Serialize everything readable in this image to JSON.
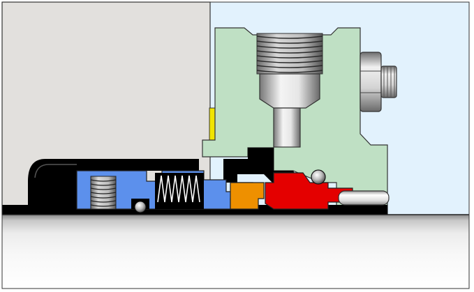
{
  "diagram": {
    "description_visible_text": "",
    "colors": {
      "housing": "#e2e0dd",
      "background_right": "#e2f2fd",
      "gland": "#bfe0c4",
      "sleeve": "#5c90ec",
      "stationary_face": "#e40000",
      "rotating_face": "#ee9000",
      "black_parts": "#000000",
      "shaft_light": "#f7f7f7",
      "shaft_dark": "#8a8a8a",
      "yellow_gasket": "#f0e400",
      "metal_light": "#f0f0f0",
      "metal_dark": "#8a8a8a"
    },
    "icons": [
      "housing-block",
      "gland-plate",
      "port-plug",
      "bolt-head",
      "bolt-stud",
      "shaft",
      "sleeve",
      "set-screw",
      "spring",
      "o-ring",
      "rotating-face",
      "stationary-face",
      "anti-rotation-pin",
      "gasket"
    ]
  }
}
